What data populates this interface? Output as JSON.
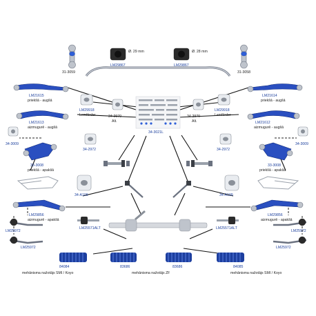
{
  "colors": {
    "part_blue": "#2a4fc0",
    "label_blue": "#1a3e9c",
    "metal": "#bfc4cc",
    "rubber": "#2b2b2b"
  },
  "labels": {
    "stab_link_left": "31-3059",
    "stab_link_right": "31-3058",
    "stab_bush_left_size": "Ø. 29 mm",
    "stab_bush_left_code": "LM29867",
    "stab_bush_right_size": "Ø. 28 mm",
    "stab_bush_right_code": "LM29867",
    "upper_front_left_code": "LM21615",
    "upper_front_left_desc": "priekšā - augšā",
    "upper_front_right_code": "LM21614",
    "upper_front_right_desc": "priekšā - augšā",
    "bush_left_code": "LM29918",
    "bush_left_desc": "Lemförder",
    "bush_right_code": "LM29918",
    "bush_right_desc": "Lemförder",
    "bush_small_left": "34-2970",
    "bush_small_left_sub": "Alt.",
    "bush_small_right": "34-2970",
    "bush_small_right_sub": "Alt.",
    "kit_center": "34-3021L",
    "upper_rear_left_code": "LM21613",
    "upper_rear_left_desc": "aizmugurē - augšā",
    "upper_rear_right_code": "LM21612",
    "upper_rear_right_desc": "aizmugurē - augšā",
    "lower_bush_left": "34-3009",
    "lower_bush_right": "34-3009",
    "bush_2972_left": "34-2972",
    "bush_2972_right": "34-2972",
    "lower_front_left_code": "33-3008",
    "lower_front_left_desc": "priekšā - apakšā",
    "lower_front_right_code": "33-3008",
    "lower_front_right_desc": "priekšā - apakšā",
    "a109_left": "34-A109",
    "a109_right": "34-A109",
    "lower_rear_left_code": "LM29856",
    "lower_rear_left_desc": "aizmugurē - apakšā",
    "lower_rear_right_code": "LM29856",
    "lower_rear_right_desc": "aizmugurē - apakšā",
    "tierod_alt_left": "LM25571ALT",
    "tierod_alt_right": "LM25571ALT",
    "tierod_end_left": "LM25972",
    "tierod_end_left_b": "LM25972",
    "tierod_end_right": "LM25972",
    "tierod_end_right_b": "LM25972",
    "boot_left_code": "84084",
    "boot_left_desc": "mehānisma nažotājs SMI / Koyo",
    "boot_center_left": "83686",
    "boot_center_right": "83686",
    "boot_center_desc": "mehānisma nažotājs ZF",
    "boot_right_code": "84085",
    "boot_right_desc": "mehānisma nažotājs SMI / Koyo"
  }
}
